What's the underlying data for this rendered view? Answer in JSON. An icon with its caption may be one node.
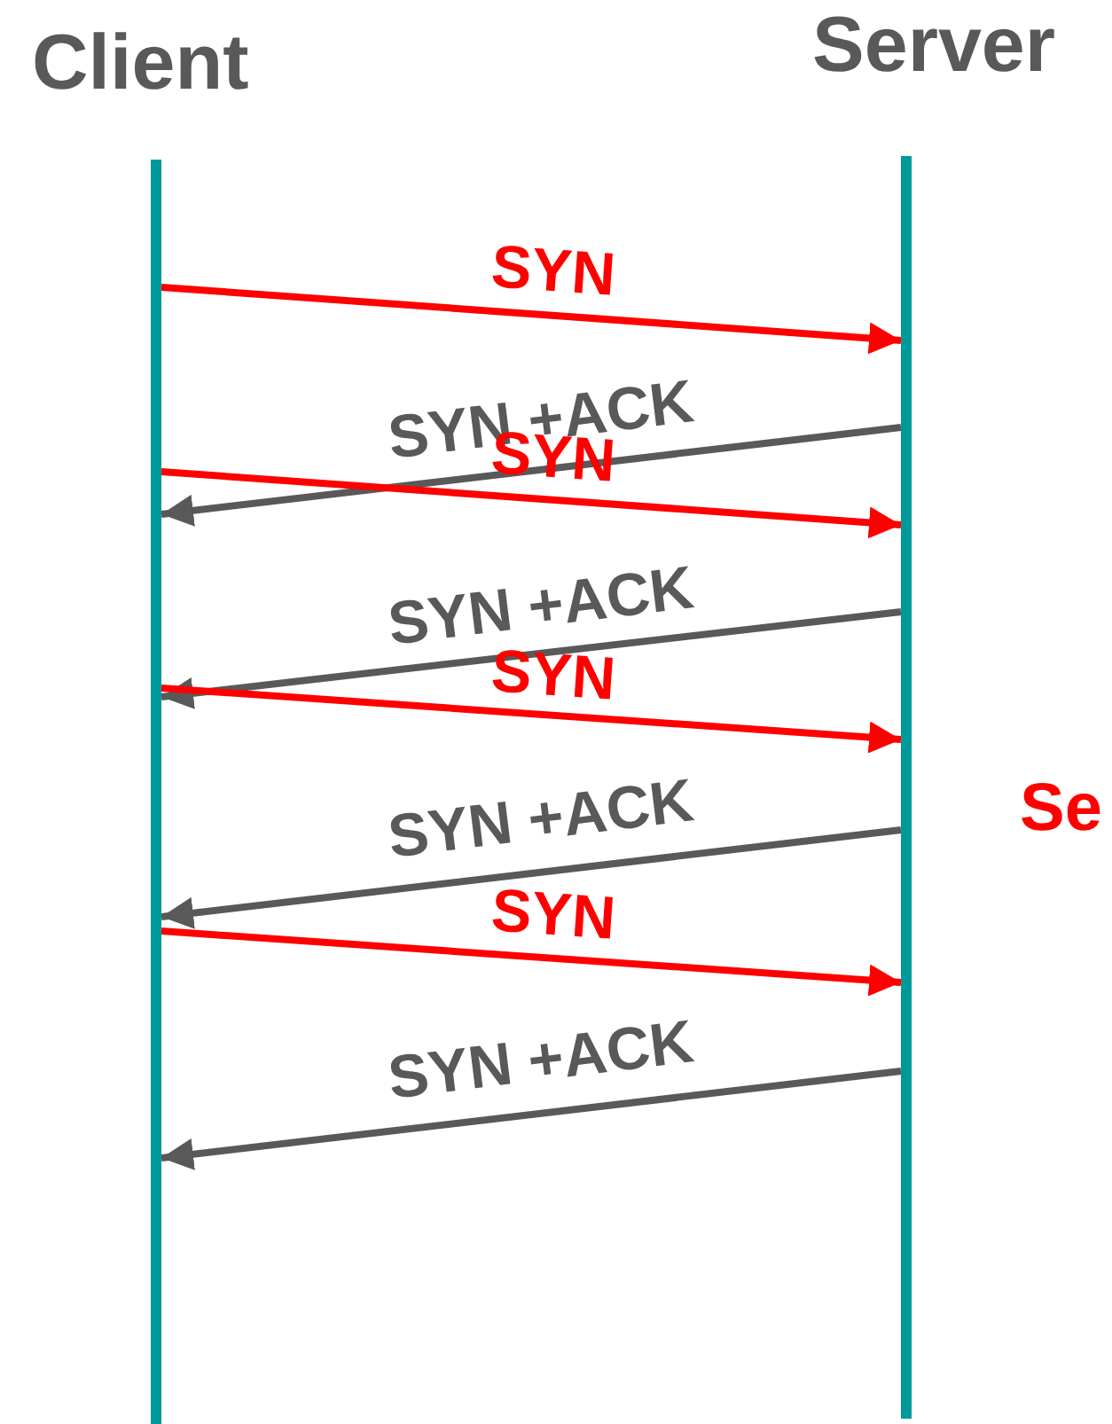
{
  "diagram": {
    "nodes": [
      {
        "text": [
          "Client"
        ]
      },
      {
        "text": [
          "Server"
        ]
      },
      {
        "text": [],
        "shape": "bar"
      },
      {
        "text": [],
        "shape": "bar"
      }
    ],
    "edges": [
      {
        "from": 2,
        "to": 3,
        "arrow": "to",
        "label": "SYN",
        "color": "#ff0000"
      },
      {
        "from": 3,
        "to": 2,
        "arrow": "to",
        "label": "SYN +ACK",
        "color": "#595959"
      },
      {
        "from": 2,
        "to": 3,
        "arrow": "to",
        "label": "SYN",
        "color": "#ff0000"
      },
      {
        "from": 3,
        "to": 2,
        "arrow": "to",
        "label": "SYN +ACK",
        "color": "#595959"
      },
      {
        "from": 2,
        "to": 3,
        "arrow": "to",
        "label": "SYN",
        "color": "#ff0000"
      },
      {
        "from": 3,
        "to": 2,
        "arrow": "to",
        "label": "SYN +ACK",
        "color": "#595959"
      },
      {
        "from": 2,
        "to": 3,
        "arrow": "to",
        "label": "SYN",
        "color": "#ff0000"
      },
      {
        "from": 3,
        "to": 2,
        "arrow": "to",
        "label": "SYN +ACK",
        "color": "#595959"
      }
    ],
    "labels": [
      "Se"
    ]
  }
}
